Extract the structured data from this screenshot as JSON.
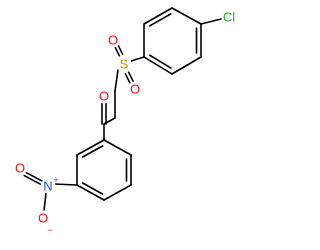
{
  "molecule": {
    "atoms": {
      "chlorine": "Cl",
      "sulfur": "S",
      "sulfonyl_oxygen_upper": "O",
      "sulfonyl_oxygen_lower": "O",
      "carbonyl_oxygen": "O",
      "nitro_nitrogen": "N",
      "nitro_oxygen_left": "O",
      "nitro_oxygen_lower": "O"
    },
    "charges": {
      "nitro_nitrogen": "+",
      "nitro_oxygen_lower": "−"
    }
  },
  "colors": {
    "bond": "#000000",
    "carbon": "#000000",
    "chlorine": "#1fb11f",
    "sulfur": "#b8a000",
    "oxygen": "#ff0d0d",
    "nitrogen": "#3050f8"
  }
}
